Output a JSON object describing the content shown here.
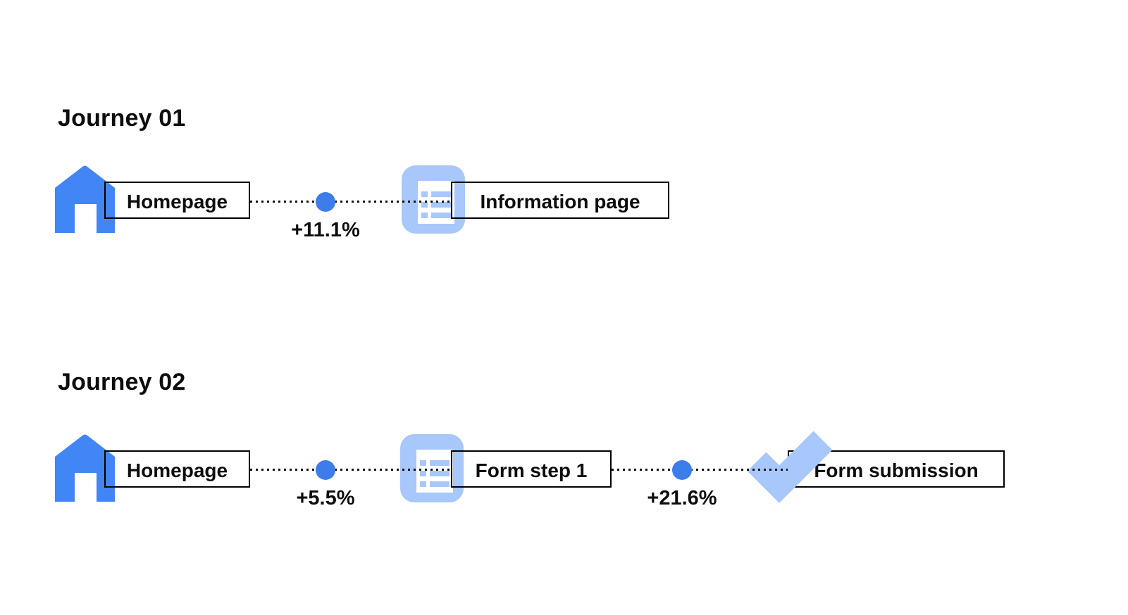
{
  "journeys": [
    {
      "title": "Journey 01",
      "nodes": [
        {
          "label": "Homepage",
          "icon": "home-icon"
        },
        {
          "label": "Information page",
          "icon": "list-page-icon"
        }
      ],
      "edges": [
        {
          "delta": "+11.1%"
        }
      ]
    },
    {
      "title": "Journey 02",
      "nodes": [
        {
          "label": "Homepage",
          "icon": "home-icon"
        },
        {
          "label": "Form step 1",
          "icon": "list-page-icon"
        },
        {
          "label": "Form submission",
          "icon": "check-icon"
        }
      ],
      "edges": [
        {
          "delta": "+5.5%"
        },
        {
          "delta": "+21.6%"
        }
      ]
    }
  ],
  "colors": {
    "icon_blue": "#4285F4",
    "dot_blue": "#3D7CEB",
    "icon_light_blue": "#A8C7FA",
    "text": "#0D0D0D",
    "box_border": "#000000",
    "background": "#FFFFFF"
  }
}
